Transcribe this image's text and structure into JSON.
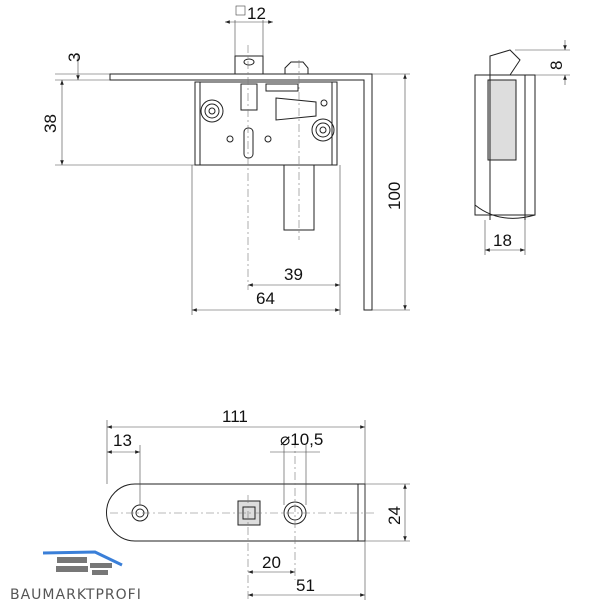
{
  "title": "Lock technical drawing",
  "dimensions": {
    "square": "12",
    "plate_thickness": "3",
    "body_height": "38",
    "total_height": "100",
    "bolt_offset": "39",
    "body_width": "64",
    "side_top": "8",
    "side_width": "18",
    "plate_length": "111",
    "hole_offset": "13",
    "hole_diameter": "⌀10,5",
    "plate_width": "24",
    "spacing": "20",
    "to_end": "51"
  },
  "logo": {
    "text": "BAUMARKTPROFI",
    "accent": "#3a7fd8"
  }
}
